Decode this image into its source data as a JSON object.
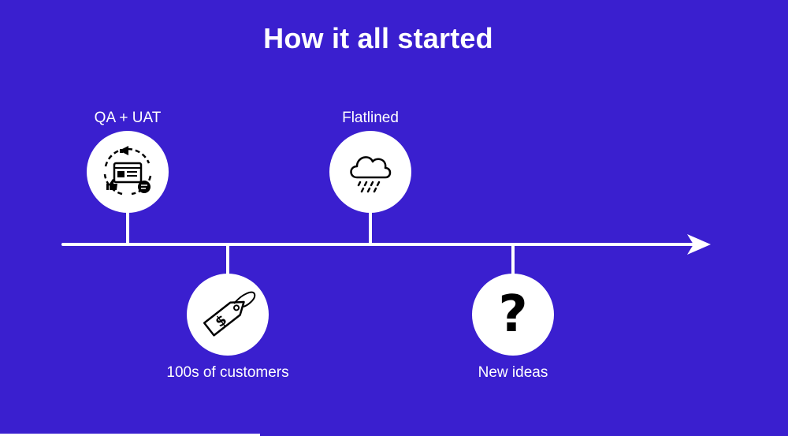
{
  "slide": {
    "title": "How it all started",
    "background": "#3a1fcf"
  },
  "milestones": [
    {
      "label": "QA + UAT",
      "icon": "qa-uat-icon",
      "position": "above"
    },
    {
      "label": "100s of customers",
      "icon": "price-tag-icon",
      "position": "below"
    },
    {
      "label": "Flatlined",
      "icon": "rain-cloud-icon",
      "position": "above"
    },
    {
      "label": "New ideas",
      "icon": "question-mark-icon",
      "position": "below",
      "glyph": "?"
    }
  ]
}
